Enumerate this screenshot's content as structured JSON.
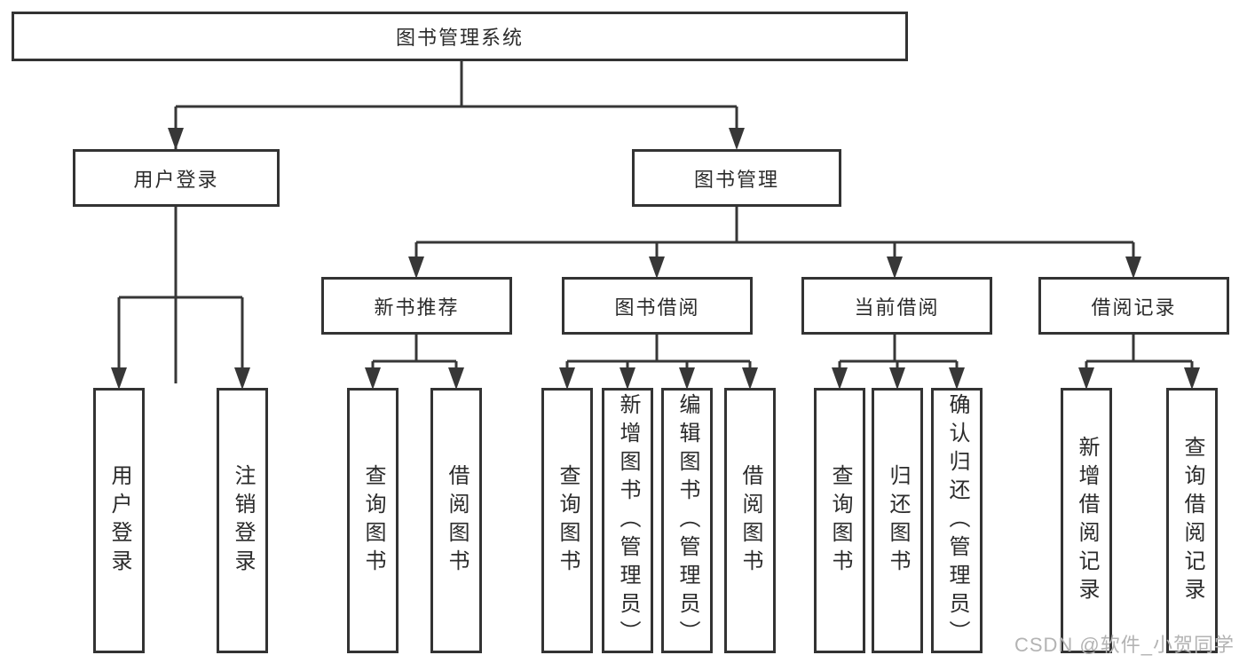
{
  "tree": {
    "label": "图书管理系统",
    "children": [
      {
        "label": "用户登录",
        "children": [
          {
            "label": "用户登录"
          },
          {
            "label": "注销登录"
          }
        ]
      },
      {
        "label": "图书管理",
        "children": [
          {
            "label": "新书推荐",
            "children": [
              {
                "label": "查询图书"
              },
              {
                "label": "借阅图书"
              }
            ]
          },
          {
            "label": "图书借阅",
            "children": [
              {
                "label": "查询图书"
              },
              {
                "label": "新增图书（管理员）"
              },
              {
                "label": "编辑图书（管理员）"
              },
              {
                "label": "借阅图书"
              }
            ]
          },
          {
            "label": "当前借阅",
            "children": [
              {
                "label": "查询图书"
              },
              {
                "label": "归还图书"
              },
              {
                "label": "确认归还（管理员）"
              }
            ]
          },
          {
            "label": "借阅记录",
            "children": [
              {
                "label": "新增借阅记录"
              },
              {
                "label": "查询借阅记录"
              }
            ]
          }
        ]
      }
    ]
  },
  "watermark": {
    "text": "CSDN @软件_小贺同学"
  },
  "colors": {
    "line": "#373737",
    "box_border": "#333333",
    "text": "#2b2b2b",
    "watermark": "#b3b3b3",
    "background": "#ffffff"
  }
}
